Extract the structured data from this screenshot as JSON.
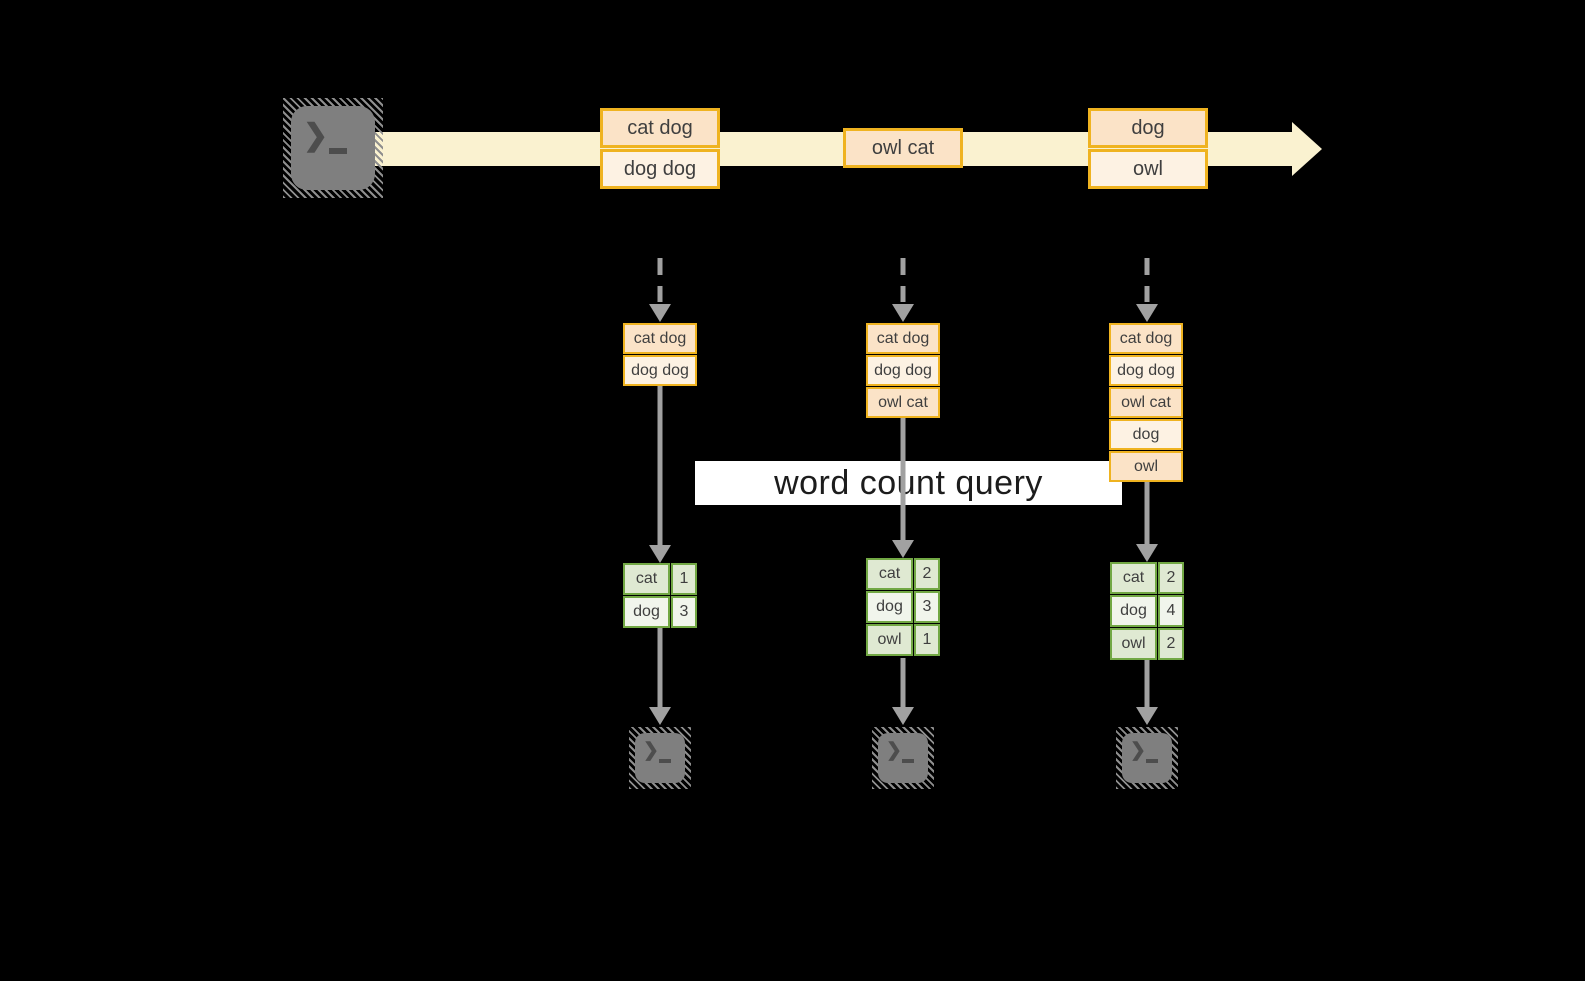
{
  "theme": {
    "amber": "#efb320",
    "peach": "#fbe3c7",
    "cream": "#fdf2e3",
    "band": "#faf2d0",
    "green": "#72a844",
    "greenA": "#dfe9d2",
    "greenB": "#f1f5ec",
    "arrowGray": "#a1a1a1",
    "terminalGray": "#7f7f7f",
    "ink": "#3f3f3f",
    "queryInk": "#1c1c1c",
    "queryBg": "#ffffff"
  },
  "diagram": {
    "query_label": "word count query",
    "timeline_events": [
      {
        "lines": [
          "cat dog",
          "dog dog"
        ]
      },
      {
        "lines": [
          "owl cat"
        ]
      },
      {
        "lines": [
          "dog",
          "owl"
        ]
      }
    ],
    "batches": [
      {
        "rows": [
          "cat dog",
          "dog dog"
        ]
      },
      {
        "rows": [
          "cat dog",
          "dog dog",
          "owl cat"
        ]
      },
      {
        "rows": [
          "cat dog",
          "dog dog",
          "owl cat",
          "dog",
          "owl"
        ]
      }
    ],
    "results": [
      {
        "rows": [
          {
            "word": "cat",
            "count": "1"
          },
          {
            "word": "dog",
            "count": "3"
          }
        ]
      },
      {
        "rows": [
          {
            "word": "cat",
            "count": "2"
          },
          {
            "word": "dog",
            "count": "3"
          },
          {
            "word": "owl",
            "count": "1"
          }
        ]
      },
      {
        "rows": [
          {
            "word": "cat",
            "count": "2"
          },
          {
            "word": "dog",
            "count": "4"
          },
          {
            "word": "owl",
            "count": "2"
          }
        ]
      }
    ]
  }
}
